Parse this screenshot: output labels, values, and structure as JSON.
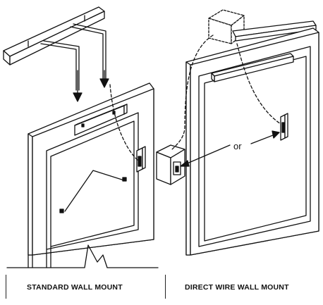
{
  "diagram": {
    "left_caption": "STANDARD WALL MOUNT",
    "right_caption": "DIRECT WIRE WALL MOUNT",
    "or_label": "or",
    "line_color": "#111111",
    "fill_color": "#ffffff"
  }
}
